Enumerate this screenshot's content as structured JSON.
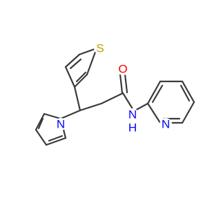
{
  "molecule": {
    "atoms": {
      "S": "S",
      "O": "O",
      "N_pyrrole": "N",
      "N_amide": "N",
      "H_amide": "H",
      "N_pyridine": "N"
    },
    "colors": {
      "bond": "#3a3a3a",
      "sulfur": "#b8a100",
      "oxygen": "#ff0000",
      "nitrogen": "#0000ff"
    }
  }
}
